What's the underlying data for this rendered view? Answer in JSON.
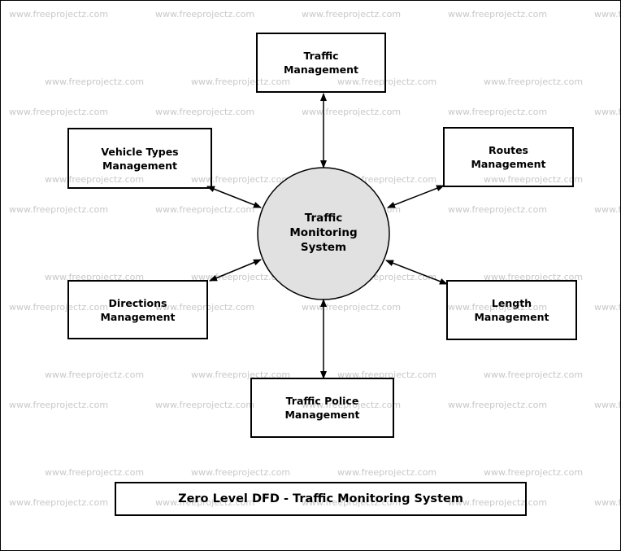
{
  "watermark": "www.freeprojectz.com",
  "center": {
    "label": "Traffic\nMonitoring\nSystem",
    "fill": "#e1e1e1"
  },
  "entities": {
    "traffic": "Traffic\nManagement",
    "vehicle_types": "Vehicle Types\nManagement",
    "routes": "Routes\nManagement",
    "directions": "Directions\nManagement",
    "length": "Length\nManagement",
    "traffic_police": "Traffic Police\nManagement"
  },
  "title": "Zero Level DFD - Traffic Monitoring System"
}
